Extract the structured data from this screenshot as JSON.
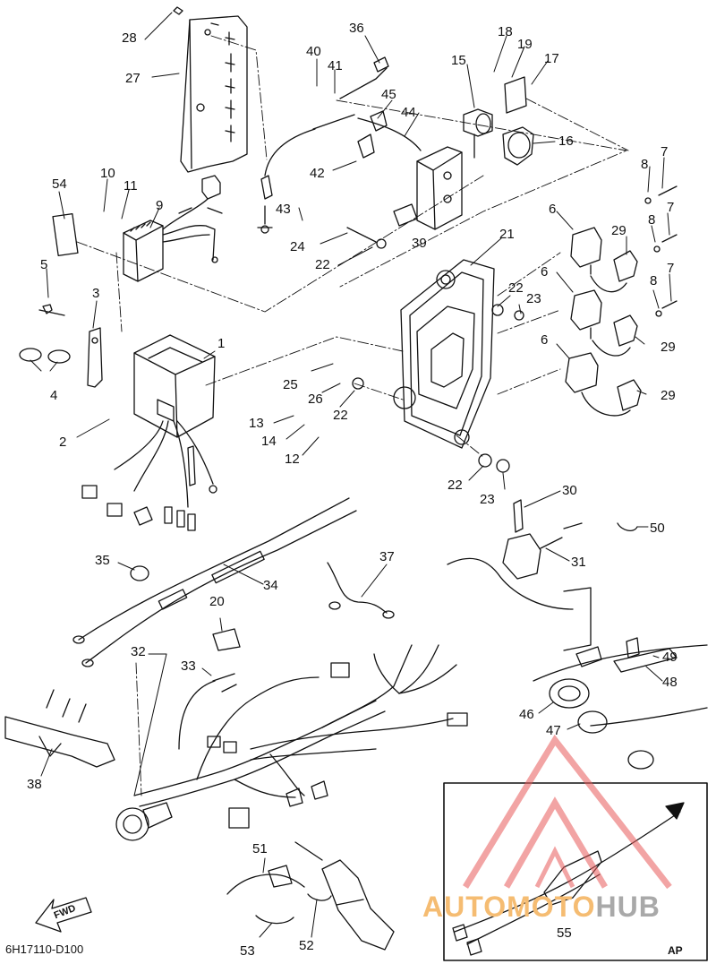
{
  "diagram": {
    "drawing_code": "6H17110-D100",
    "inset_label": "AP",
    "direction_label": "FWD",
    "watermark": {
      "part1": "AUTOMOTO",
      "part2": "HUB",
      "accent_color": "#e85a5a",
      "text_color": "#f5bc72",
      "text_color_2": "#a9a9a9"
    },
    "callouts": [
      {
        "id": "c1",
        "text": "1"
      },
      {
        "id": "c2",
        "text": "2"
      },
      {
        "id": "c3",
        "text": "3"
      },
      {
        "id": "c4",
        "text": "4"
      },
      {
        "id": "c5",
        "text": "5"
      },
      {
        "id": "c6a",
        "text": "6"
      },
      {
        "id": "c6b",
        "text": "6"
      },
      {
        "id": "c6c",
        "text": "6"
      },
      {
        "id": "c7a",
        "text": "7"
      },
      {
        "id": "c7b",
        "text": "7"
      },
      {
        "id": "c7c",
        "text": "7"
      },
      {
        "id": "c8a",
        "text": "8"
      },
      {
        "id": "c8b",
        "text": "8"
      },
      {
        "id": "c8c",
        "text": "8"
      },
      {
        "id": "c9",
        "text": "9"
      },
      {
        "id": "c10",
        "text": "10"
      },
      {
        "id": "c11",
        "text": "11"
      },
      {
        "id": "c12",
        "text": "12"
      },
      {
        "id": "c13",
        "text": "13"
      },
      {
        "id": "c14",
        "text": "14"
      },
      {
        "id": "c15",
        "text": "15"
      },
      {
        "id": "c16",
        "text": "16"
      },
      {
        "id": "c17",
        "text": "17"
      },
      {
        "id": "c18",
        "text": "18"
      },
      {
        "id": "c19",
        "text": "19"
      },
      {
        "id": "c20",
        "text": "20"
      },
      {
        "id": "c21",
        "text": "21"
      },
      {
        "id": "c22a",
        "text": "22"
      },
      {
        "id": "c22b",
        "text": "22"
      },
      {
        "id": "c22c",
        "text": "22"
      },
      {
        "id": "c22d",
        "text": "22"
      },
      {
        "id": "c23a",
        "text": "23"
      },
      {
        "id": "c23b",
        "text": "23"
      },
      {
        "id": "c24",
        "text": "24"
      },
      {
        "id": "c25",
        "text": "25"
      },
      {
        "id": "c26",
        "text": "26"
      },
      {
        "id": "c27",
        "text": "27"
      },
      {
        "id": "c28",
        "text": "28"
      },
      {
        "id": "c29a",
        "text": "29"
      },
      {
        "id": "c29b",
        "text": "29"
      },
      {
        "id": "c29c",
        "text": "29"
      },
      {
        "id": "c30",
        "text": "30"
      },
      {
        "id": "c31",
        "text": "31"
      },
      {
        "id": "c32",
        "text": "32"
      },
      {
        "id": "c33",
        "text": "33"
      },
      {
        "id": "c34",
        "text": "34"
      },
      {
        "id": "c35",
        "text": "35"
      },
      {
        "id": "c36",
        "text": "36"
      },
      {
        "id": "c37",
        "text": "37"
      },
      {
        "id": "c38",
        "text": "38"
      },
      {
        "id": "c39",
        "text": "39"
      },
      {
        "id": "c40",
        "text": "40"
      },
      {
        "id": "c41",
        "text": "41"
      },
      {
        "id": "c42",
        "text": "42"
      },
      {
        "id": "c43",
        "text": "43"
      },
      {
        "id": "c44",
        "text": "44"
      },
      {
        "id": "c45",
        "text": "45"
      },
      {
        "id": "c46",
        "text": "46"
      },
      {
        "id": "c47",
        "text": "47"
      },
      {
        "id": "c48",
        "text": "48"
      },
      {
        "id": "c49",
        "text": "49"
      },
      {
        "id": "c50",
        "text": "50"
      },
      {
        "id": "c51",
        "text": "51"
      },
      {
        "id": "c52",
        "text": "52"
      },
      {
        "id": "c53",
        "text": "53"
      },
      {
        "id": "c54",
        "text": "54"
      },
      {
        "id": "c55",
        "text": "55"
      }
    ]
  }
}
